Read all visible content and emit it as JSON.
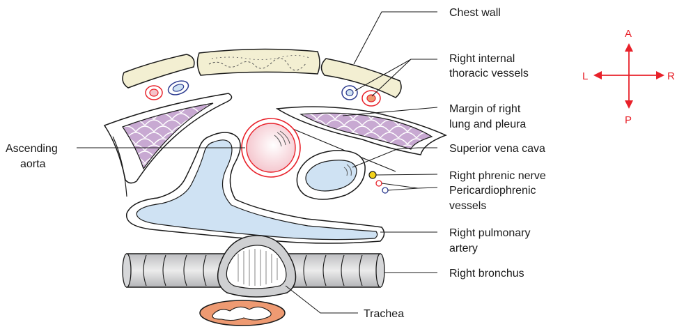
{
  "labels": {
    "chest_wall": "Chest wall",
    "right_internal_thoracic_1": "Right internal",
    "right_internal_thoracic_2": "thoracic vessels",
    "margin_right_lung_1": "Margin of right",
    "margin_right_lung_2": "lung and pleura",
    "superior_vena_cava": "Superior vena cava",
    "right_phrenic_nerve": "Right phrenic nerve",
    "pericardiophrenic_1": "Pericardiophrenic",
    "pericardiophrenic_2": "vessels",
    "right_pulmonary_artery_1": "Right pulmonary",
    "right_pulmonary_artery_2": "artery",
    "right_bronchus": "Right bronchus",
    "trachea": "Trachea",
    "ascending_aorta_1": "Ascending",
    "ascending_aorta_2": "aorta"
  },
  "orientation": {
    "anterior": "A",
    "posterior": "P",
    "left": "L",
    "right": "R"
  },
  "colors": {
    "bone": "#f3efd2",
    "lung": "#b18fc0",
    "vessel_blue": "#cfe2f3",
    "aorta_pink": "#f9d7dc",
    "artery_red": "#e8212a",
    "vein_blue": "#2b3a8f",
    "nerve_yellow": "#f2d21b",
    "esophagus": "#ee9a72",
    "trachea_grey": "#cfd0d2"
  }
}
